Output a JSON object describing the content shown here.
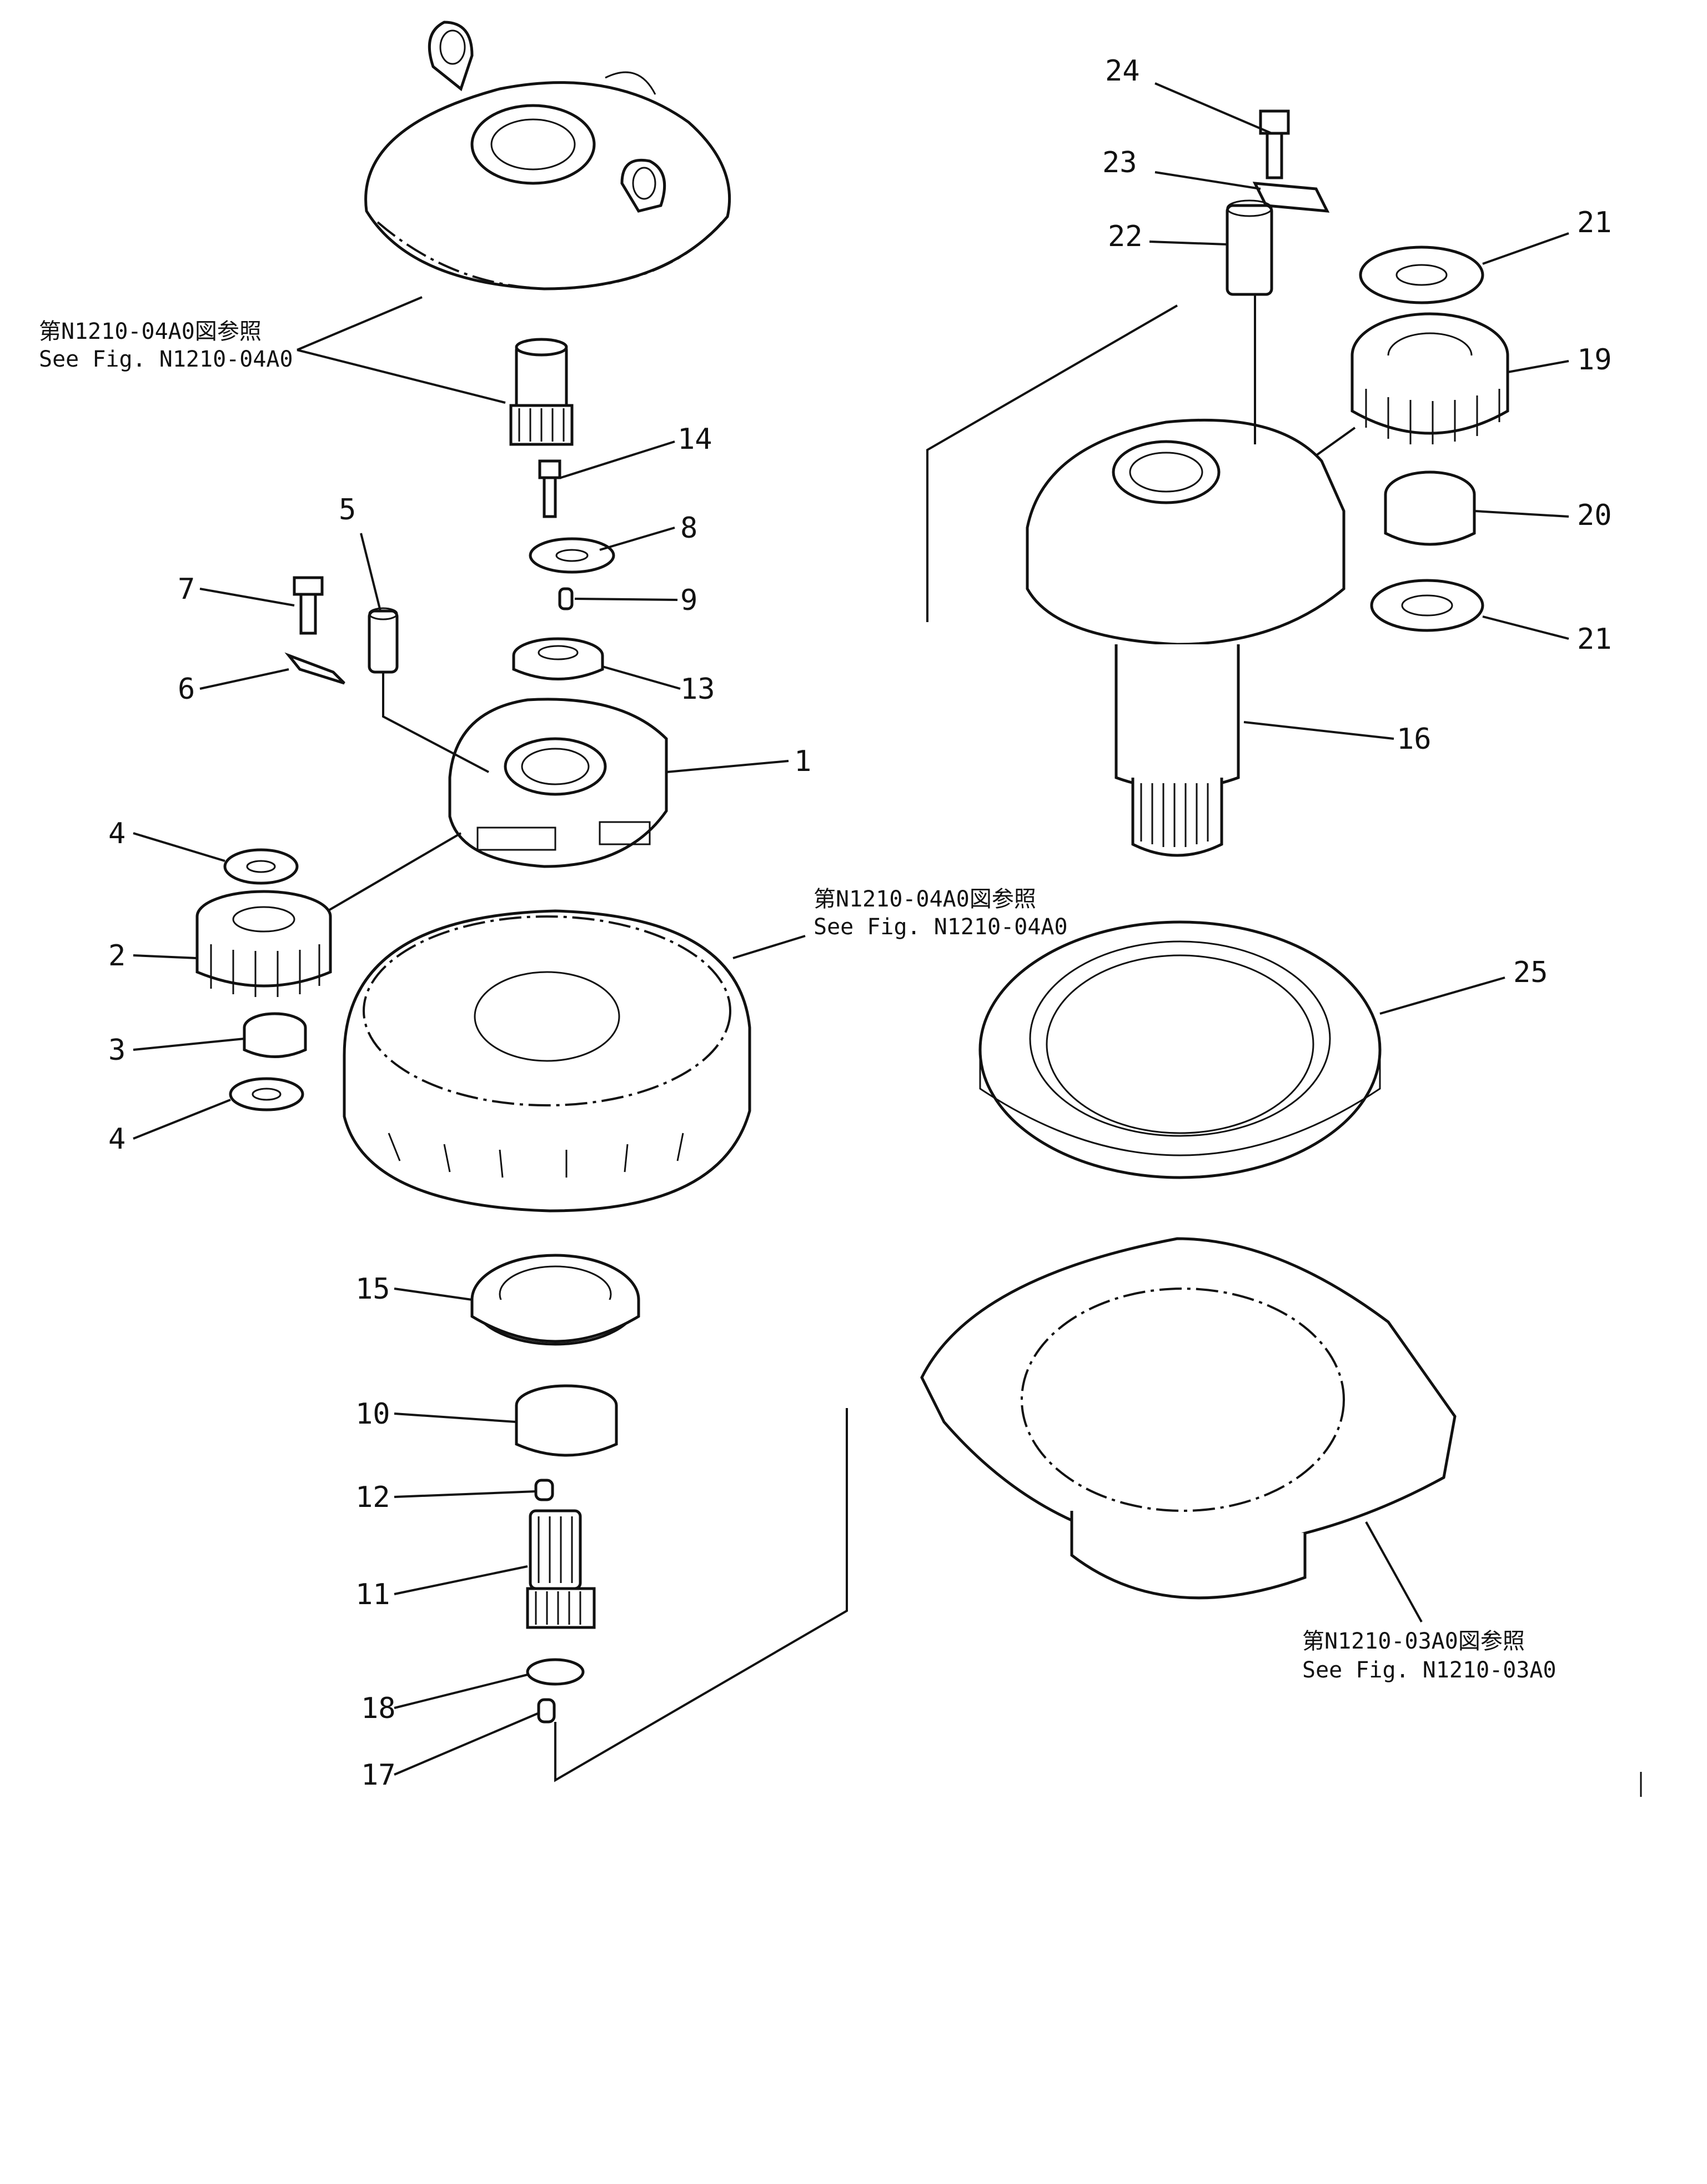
{
  "diagram": {
    "callouts": [
      "1",
      "2",
      "3",
      "4",
      "4",
      "5",
      "6",
      "7",
      "8",
      "9",
      "10",
      "11",
      "12",
      "13",
      "14",
      "15",
      "16",
      "17",
      "18",
      "19",
      "20",
      "21",
      "21",
      "22",
      "23",
      "24",
      "25"
    ],
    "references": [
      {
        "jp": "第N1210-04A0図参照",
        "en": "See  Fig. N1210-04A0"
      },
      {
        "jp": "第N1210-04A0図参照",
        "en": "See  Fig. N1210-04A0"
      },
      {
        "jp": "第N1210-03A0図参照",
        "en": "See  Fig. N1210-03A0"
      }
    ]
  }
}
